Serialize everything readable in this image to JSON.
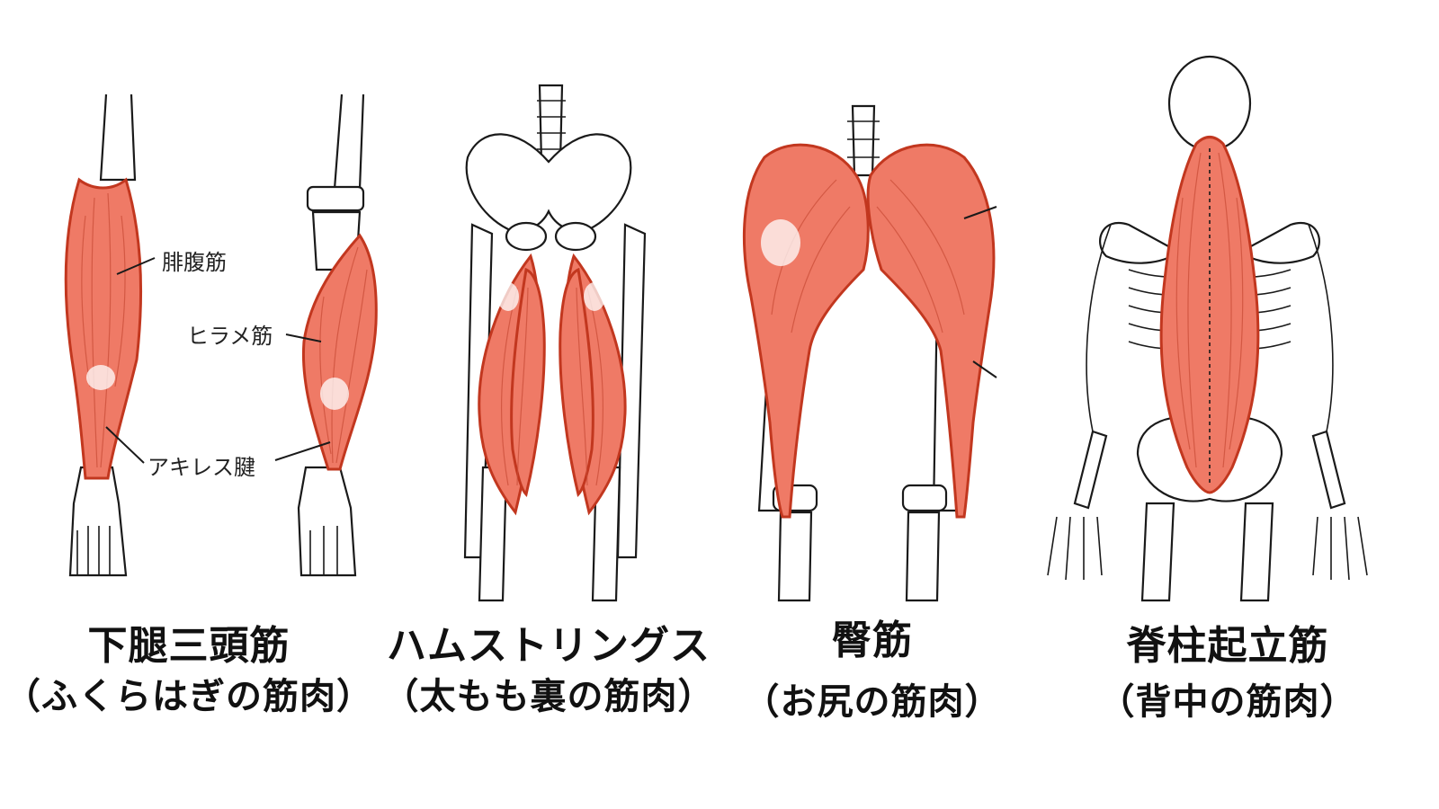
{
  "colors": {
    "muscle": "#ef7a66",
    "muscle_outline": "#c2371f",
    "bone_line": "#1a1a1a"
  },
  "panels": [
    {
      "title": "下腿三頭筋",
      "subtitle": "（ふくらはぎの筋肉）",
      "labels": [
        "腓腹筋",
        "ヒラメ筋",
        "アキレス腱"
      ]
    },
    {
      "title": "ハムストリングス",
      "subtitle": "（太もも裏の筋肉）"
    },
    {
      "title": "臀筋",
      "subtitle": "（お尻の筋肉）"
    },
    {
      "title": "脊柱起立筋",
      "subtitle": "（背中の筋肉）"
    }
  ]
}
